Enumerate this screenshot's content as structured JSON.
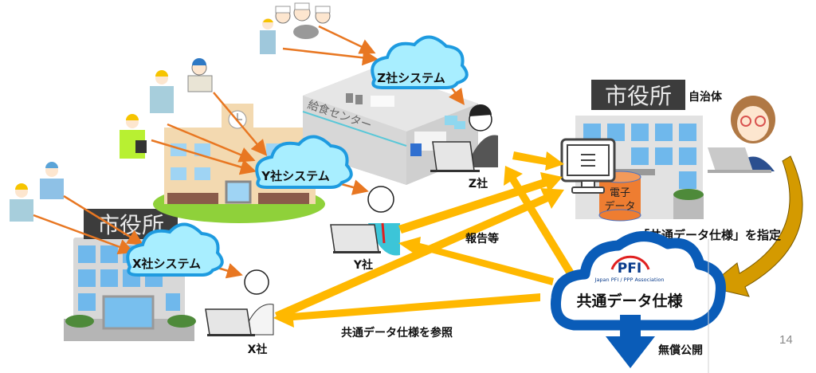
{
  "slide": {
    "page_number": "14"
  },
  "systems": {
    "z": "Z社システム",
    "y": "Y社システム",
    "x": "X社システム"
  },
  "companies": {
    "z": "Z社",
    "y": "Y社",
    "x": "X社"
  },
  "buildings": {
    "city_hall_sign": "市役所",
    "municipality_sign": "市役所",
    "municipality_label": "自治体",
    "lunch_center_sign": "給食センター",
    "database_label_line1": "電子",
    "database_label_line2": "データ"
  },
  "flows": {
    "report": "報告等",
    "reference": "共通データ仕様を参照",
    "specify": "「共通データ仕様」を指定",
    "publish": "無償公開"
  },
  "spec_cloud": {
    "logo": "PFI",
    "association": "Japan PFI / PPP Association",
    "title": "共通データ仕様"
  },
  "colors": {
    "flow_arrow": "#FFB800",
    "worker_arrow": "#E87722",
    "cloud_fill": "#A8EEFF",
    "cloud_border": "#1E9BE0",
    "spec_cloud": "#0A5CB8",
    "specify_arrow": "#D49A00",
    "database": "#EE7D31"
  }
}
